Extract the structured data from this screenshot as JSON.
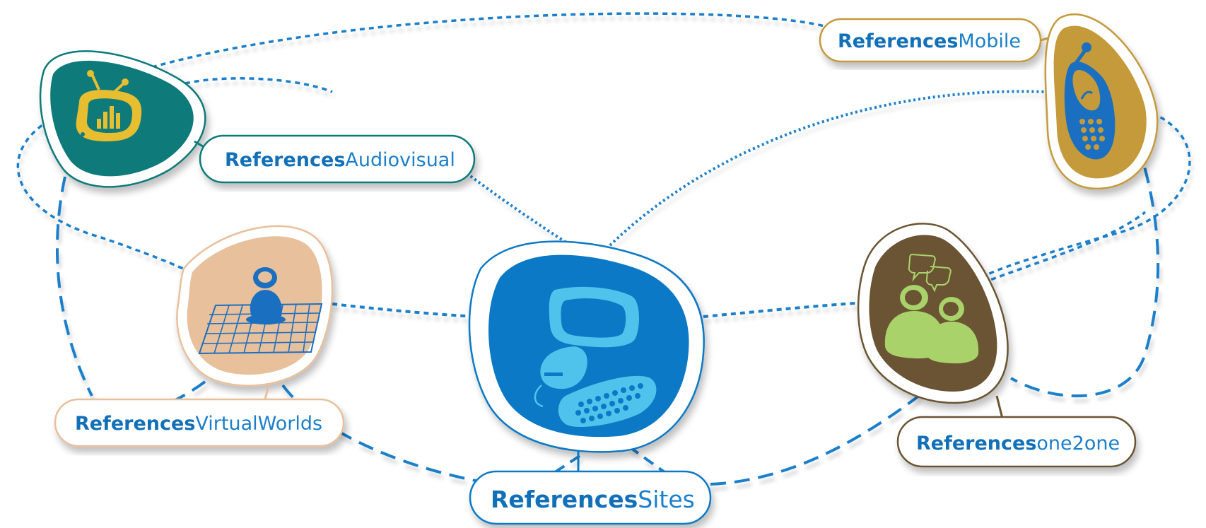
{
  "diagram": {
    "colors": {
      "line": "#1b7fcb",
      "audiovisual": "#0f7a7a",
      "mobile": "#c49a3a",
      "virtualworlds": "#e8c09c",
      "sites": "#0b79c5",
      "one2one": "#6b5433"
    },
    "nodes": [
      {
        "id": "audiovisual",
        "icon": "tv-icon",
        "label_bold": "References",
        "label_light": "Audiovisual"
      },
      {
        "id": "mobile",
        "icon": "mobile-phone-icon",
        "label_bold": "References",
        "label_light": "Mobile"
      },
      {
        "id": "virtualworlds",
        "icon": "virtual-world-avatar-icon",
        "label_bold": "References",
        "label_light": "VirtualWorlds"
      },
      {
        "id": "sites",
        "icon": "computer-icon",
        "label_bold": "References",
        "label_light": "Sites"
      },
      {
        "id": "one2one",
        "icon": "chat-users-icon",
        "label_bold": "References",
        "label_light": "one2one"
      }
    ]
  }
}
